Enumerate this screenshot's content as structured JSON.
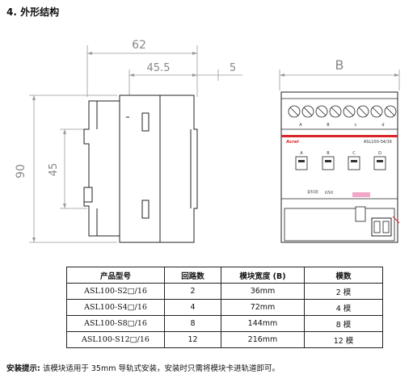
{
  "heading": "4. 外形结构",
  "dimensions": {
    "side_overall_depth": "62",
    "side_body_depth": "45.5",
    "side_top": "5",
    "side_height": "90",
    "side_rail": "45",
    "front_width": "B"
  },
  "device": {
    "brand": "Acrel",
    "model_label": "ASL100-S4/16",
    "terminal_labels_top": [
      "A",
      "B",
      "c",
      "d"
    ],
    "channel_labels": [
      "A",
      "B",
      "C",
      "D"
    ],
    "knx_label": "KNX",
    "bottom_text": "安科瑞"
  },
  "table": {
    "headers": [
      "产品型号",
      "回路数",
      "模块宽度 (B)",
      "模数"
    ],
    "rows": [
      [
        "ASL100-S2□/16",
        "2",
        "36mm",
        "2 模"
      ],
      [
        "ASL100-S4□/16",
        "4",
        "72mm",
        "4 模"
      ],
      [
        "ASL100-S8□/16",
        "8",
        "144mm",
        "8 模"
      ],
      [
        "ASL100-S12□/16",
        "12",
        "216mm",
        "12 模"
      ]
    ]
  },
  "note": {
    "label": "安装提示:",
    "text": " 该模块适用于 35mm 导轨式安装，安装时只需将模块卡进轨道即可。"
  }
}
